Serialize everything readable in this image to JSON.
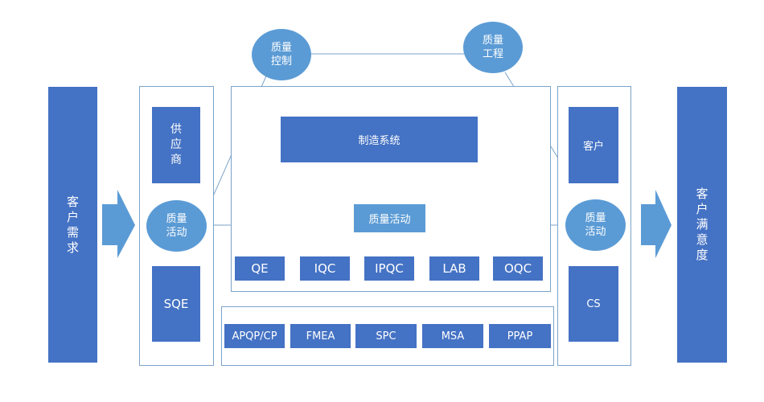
{
  "left_column": {
    "label": "客户需求"
  },
  "right_column": {
    "label": "客户满意度"
  },
  "top_nodes": {
    "quality_control": "质量\n控制",
    "quality_engineering": "质量\n工程"
  },
  "left_panel": {
    "supplier": "供应商",
    "quality_activity": "质量\n活动",
    "sqe": "SQE"
  },
  "center_panel": {
    "manufacturing_system": "制造系统",
    "quality_activity": "质量活动",
    "departments": [
      "QE",
      "IQC",
      "IPQC",
      "LAB",
      "OQC"
    ]
  },
  "tools_panel": {
    "tools": [
      "APQP/CP",
      "FMEA",
      "SPC",
      "MSA",
      "PPAP"
    ]
  },
  "right_panel": {
    "customer": "客户",
    "quality_activity": "质量\n活动",
    "cs": "CS"
  },
  "colors": {
    "dark_blue": "#4472c4",
    "light_blue": "#5b9bd5",
    "border": "#7ba3c9"
  }
}
